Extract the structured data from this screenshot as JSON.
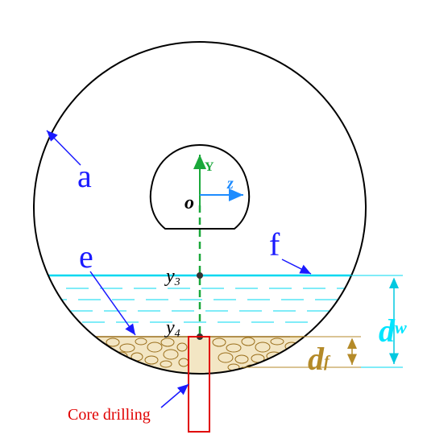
{
  "labels": {
    "a": "a",
    "e": "e",
    "f": "f",
    "o": "o",
    "y_axis": "Y",
    "z_axis": "z",
    "y3": "y",
    "y3_sub": "3",
    "y4": "y",
    "y4_sub": "4",
    "dw": "d",
    "dw_sub": "w",
    "df": "d",
    "df_sub": "f",
    "core": "Core drilling"
  },
  "colors": {
    "outline": "#000000",
    "label_blue": "#1a1aff",
    "water": "#00e5ff",
    "axis_green": "#1aa83a",
    "axis_blue": "#1e8cff",
    "sediment": "#b48a28",
    "core": "#e00000"
  }
}
